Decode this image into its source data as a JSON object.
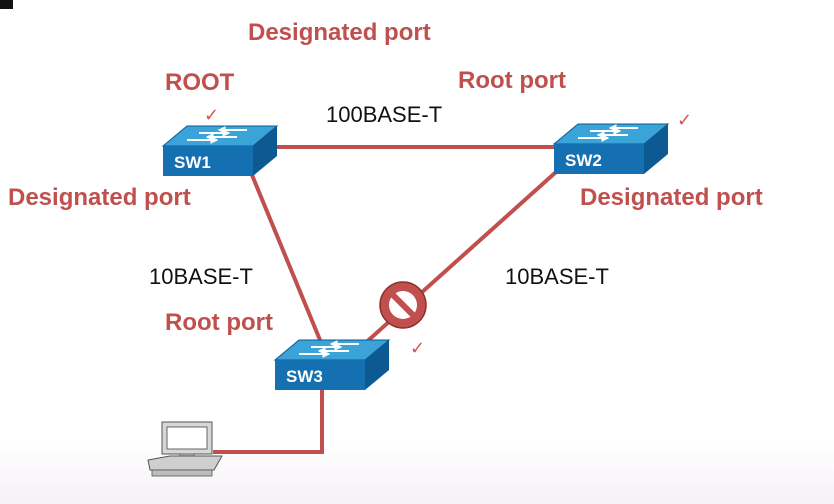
{
  "labels": {
    "top_designated_port": "Designated port",
    "root": "ROOT",
    "sw2_root_port": "Root port",
    "link_sw1_sw2": "100BASE-T",
    "sw1_designated_port": "Designated port",
    "sw2_designated_port": "Designated port",
    "link_sw1_sw3": "10BASE-T",
    "link_sw2_sw3": "10BASE-T",
    "sw3_root_port": "Root port"
  },
  "switches": {
    "sw1": "SW1",
    "sw2": "SW2",
    "sw3": "SW3"
  },
  "ticks": {
    "mark": "✓"
  },
  "colors": {
    "link": "#c0504d",
    "label_red": "#c0504d",
    "switch_top": "#3aa3d8",
    "switch_front": "#1570b2",
    "switch_side": "#0d5a92",
    "blocked_fill": "#c0504d"
  }
}
